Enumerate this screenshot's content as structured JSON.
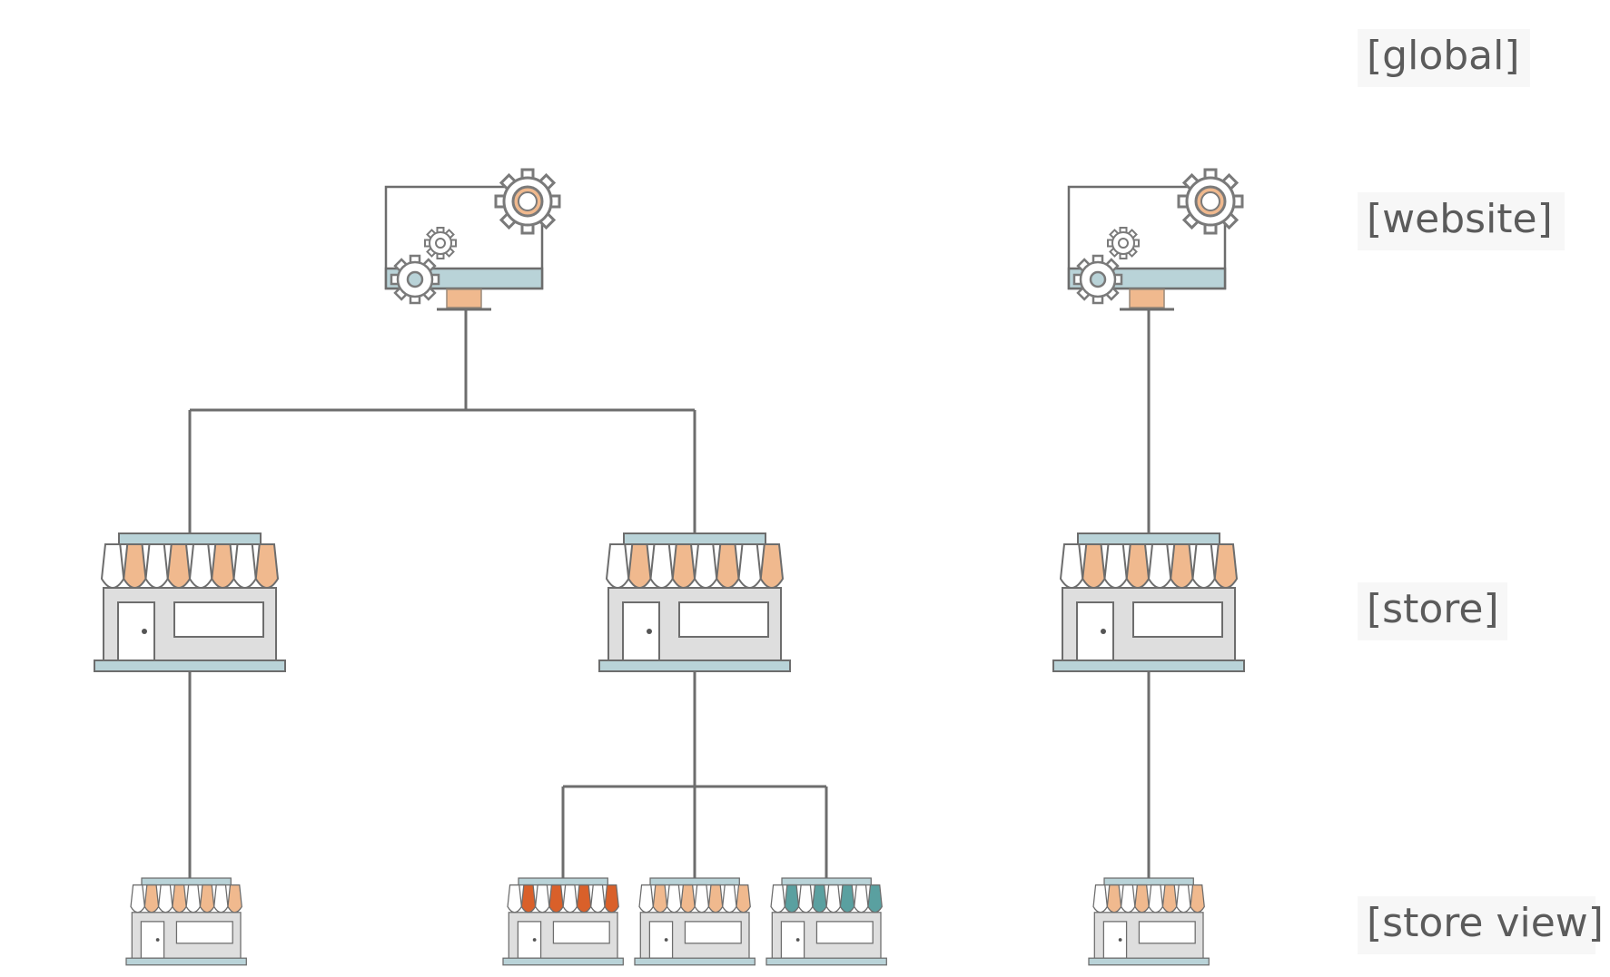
{
  "scope_levels": {
    "global": "[global]",
    "website": "[website]",
    "store": "[store]",
    "store_view": "[store view]"
  },
  "colors": {
    "line": "#6d6d6d",
    "awning_peach": "#f0b98e",
    "awning_red": "#d9602a",
    "awning_teal": "#5aa0a0",
    "accent_blue": "#b9d3d8",
    "store_grey": "#dedede",
    "monitor_base": "#f0b98e"
  },
  "icons": {
    "website": "monitor-with-gears-icon",
    "store": "storefront-icon",
    "store_view": "storefront-small-icon"
  }
}
